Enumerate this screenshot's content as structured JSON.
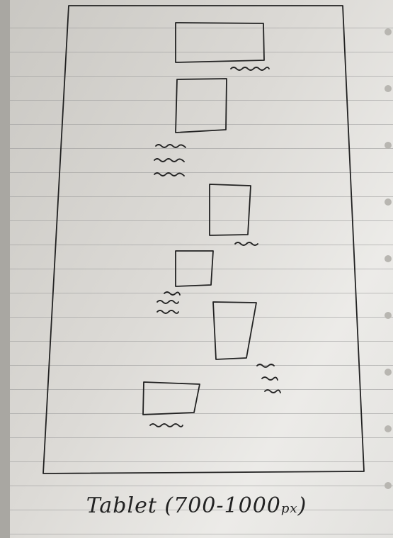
{
  "caption": {
    "main": "Tablet (700-1000",
    "unit": "px",
    "close": ")"
  },
  "colors": {
    "ink": "#222222",
    "paper_line": "#999999"
  },
  "wireframe": {
    "frame": "device-outline",
    "cards": [
      {
        "name": "card-1",
        "scribble_lines": 1
      },
      {
        "name": "card-2",
        "scribble_lines": 3
      },
      {
        "name": "card-3",
        "scribble_lines": 1
      },
      {
        "name": "card-4",
        "scribble_lines": 3
      },
      {
        "name": "card-5",
        "scribble_lines": 3
      },
      {
        "name": "card-6",
        "scribble_lines": 1
      }
    ]
  }
}
